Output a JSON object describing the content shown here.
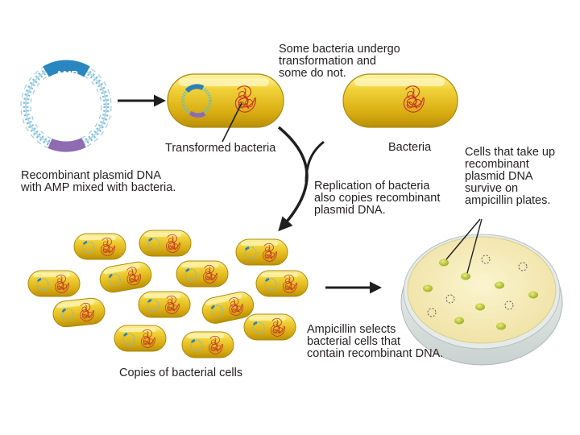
{
  "labels": {
    "plasmid_tag": "AMP",
    "plasmid_caption": "Recombinant plasmid DNA\nwith AMP mixed with bacteria.",
    "transformation_note": "Some bacteria undergo\ntransformation and\nsome do not.",
    "transformed_bacteria": "Transformed bacteria",
    "bacteria": "Bacteria",
    "replication_note": "Replication of bacteria\nalso copies recombinant\nplasmid DNA.",
    "survival_note": "Cells that take up\nrecombinant\nplasmid DNA\nsurvive on\nampicillin plates.",
    "copies_caption": "Copies of bacterial cells",
    "selection_note": "Ampicillin selects\nbacterial cells that\ncontain recombinant DNA."
  },
  "colors": {
    "cell_fill": "#e8c21e",
    "cell_edge": "#a88a0c",
    "cell_highlight": "#fff3a8",
    "chromosome": "#c8312b",
    "plasmid_helix": "#6fb3d8",
    "amp_band": "#2a7fb5",
    "insert_band": "#8f6bb2",
    "plate_agar": "#f7edbc",
    "colony": "#b9c52c",
    "arrow": "#1f1f1f"
  },
  "icons": {
    "arrow": "arrow-right-icon",
    "chromosome": "chromosome-scribble-icon",
    "plasmid": "plasmid-ring-icon"
  }
}
